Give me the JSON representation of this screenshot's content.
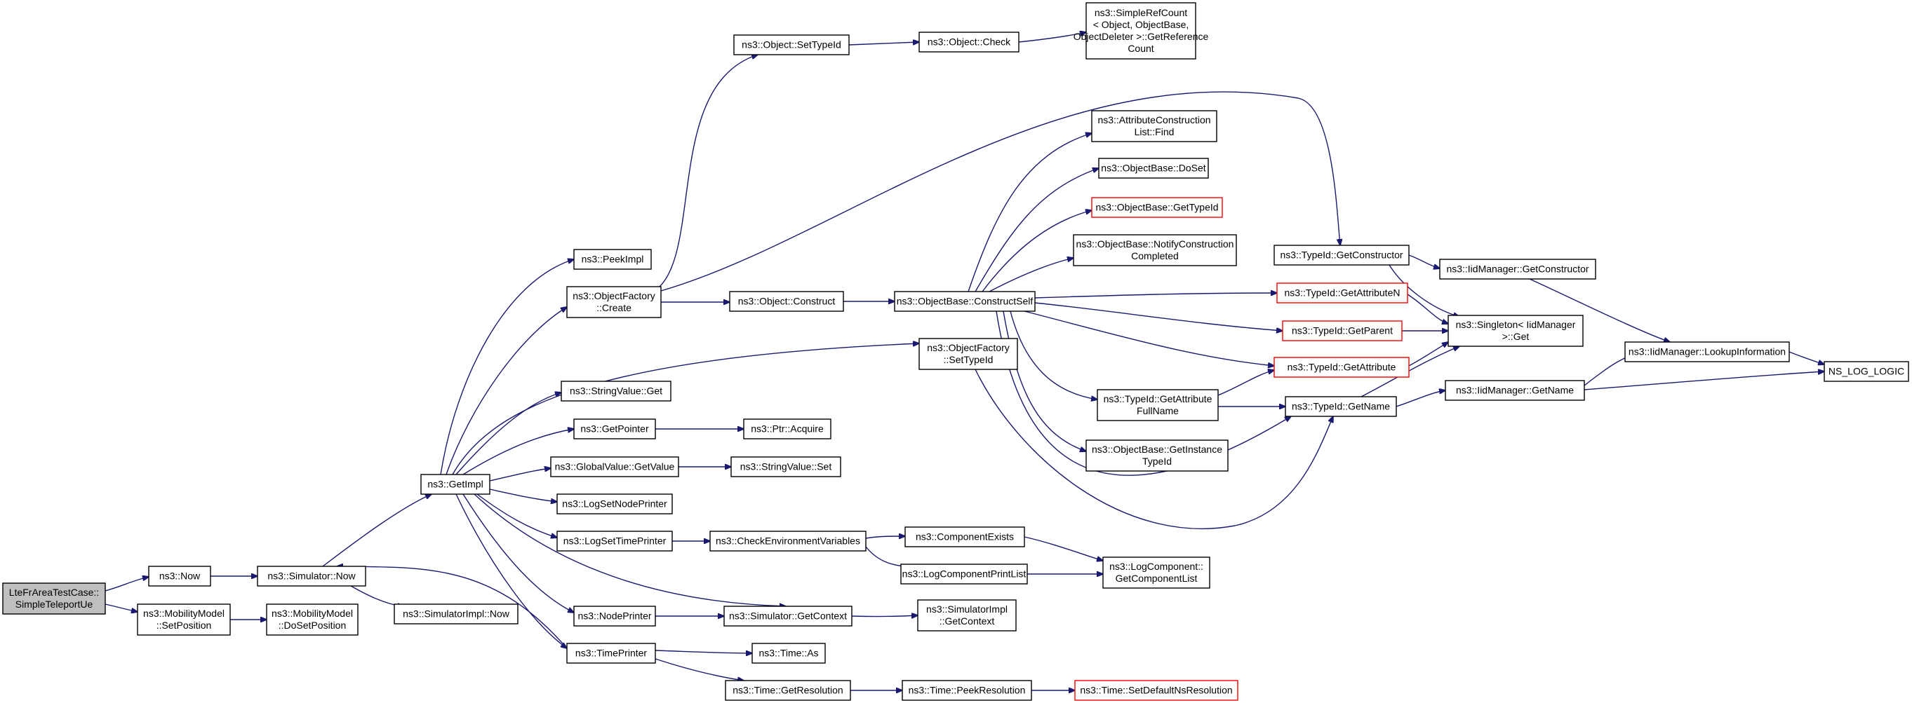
{
  "diagram": {
    "nodes": [
      {
        "id": "n0",
        "lines": [
          "LteFrAreaTestCase::",
          "SimpleTeleportUe"
        ],
        "style": "start"
      },
      {
        "id": "n1",
        "lines": [
          "ns3::Now"
        ],
        "style": "normal"
      },
      {
        "id": "n2",
        "lines": [
          "ns3::MobilityModel",
          "::SetPosition"
        ],
        "style": "normal"
      },
      {
        "id": "n3",
        "lines": [
          "ns3::Simulator::Now"
        ],
        "style": "normal"
      },
      {
        "id": "n4",
        "lines": [
          "ns3::MobilityModel",
          "::DoSetPosition"
        ],
        "style": "normal"
      },
      {
        "id": "n5",
        "lines": [
          "ns3::SimulatorImpl::Now"
        ],
        "style": "normal"
      },
      {
        "id": "n6",
        "lines": [
          "ns3::GetImpl"
        ],
        "style": "normal"
      },
      {
        "id": "n7",
        "lines": [
          "ns3::PeekImpl"
        ],
        "style": "normal"
      },
      {
        "id": "n8",
        "lines": [
          "ns3::ObjectFactory",
          "::Create"
        ],
        "style": "normal"
      },
      {
        "id": "n9",
        "lines": [
          "ns3::StringValue::Get"
        ],
        "style": "normal"
      },
      {
        "id": "n10",
        "lines": [
          "ns3::GetPointer"
        ],
        "style": "normal"
      },
      {
        "id": "n11",
        "lines": [
          "ns3::GlobalValue::GetValue"
        ],
        "style": "normal"
      },
      {
        "id": "n12",
        "lines": [
          "ns3::LogSetNodePrinter"
        ],
        "style": "normal"
      },
      {
        "id": "n13",
        "lines": [
          "ns3::LogSetTimePrinter"
        ],
        "style": "normal"
      },
      {
        "id": "n14",
        "lines": [
          "ns3::NodePrinter"
        ],
        "style": "normal"
      },
      {
        "id": "n15",
        "lines": [
          "ns3::TimePrinter"
        ],
        "style": "normal"
      },
      {
        "id": "n16",
        "lines": [
          "ns3::Object::SetTypeId"
        ],
        "style": "normal"
      },
      {
        "id": "n17",
        "lines": [
          "ns3::Object::Construct"
        ],
        "style": "normal"
      },
      {
        "id": "n18",
        "lines": [
          "ns3::Ptr::Acquire"
        ],
        "style": "normal"
      },
      {
        "id": "n19",
        "lines": [
          "ns3::StringValue::Set"
        ],
        "style": "normal"
      },
      {
        "id": "n20",
        "lines": [
          "ns3::CheckEnvironmentVariables"
        ],
        "style": "normal"
      },
      {
        "id": "n21",
        "lines": [
          "ns3::Simulator::GetContext"
        ],
        "style": "normal"
      },
      {
        "id": "n22",
        "lines": [
          "ns3::Time::As"
        ],
        "style": "normal"
      },
      {
        "id": "n23",
        "lines": [
          "ns3::Time::GetResolution"
        ],
        "style": "normal"
      },
      {
        "id": "n24",
        "lines": [
          "ns3::Object::Check"
        ],
        "style": "normal"
      },
      {
        "id": "n25",
        "lines": [
          "ns3::ObjectBase::ConstructSelf"
        ],
        "style": "normal"
      },
      {
        "id": "n26",
        "lines": [
          "ns3::ObjectFactory",
          "::SetTypeId"
        ],
        "style": "normal"
      },
      {
        "id": "n27",
        "lines": [
          "ns3::ComponentExists"
        ],
        "style": "normal"
      },
      {
        "id": "n28",
        "lines": [
          "ns3::LogComponentPrintList"
        ],
        "style": "normal"
      },
      {
        "id": "n29",
        "lines": [
          "ns3::SimulatorImpl",
          "::GetContext"
        ],
        "style": "normal"
      },
      {
        "id": "n30",
        "lines": [
          "ns3::Time::PeekResolution"
        ],
        "style": "normal"
      },
      {
        "id": "n31",
        "lines": [
          "ns3::SimpleRefCount",
          "< Object, ObjectBase,",
          "ObjectDeleter >::GetReference",
          "Count"
        ],
        "style": "normal"
      },
      {
        "id": "n32",
        "lines": [
          "ns3::AttributeConstruction",
          "List::Find"
        ],
        "style": "normal"
      },
      {
        "id": "n33",
        "lines": [
          "ns3::ObjectBase::DoSet"
        ],
        "style": "normal"
      },
      {
        "id": "n34",
        "lines": [
          "ns3::ObjectBase::GetTypeId"
        ],
        "style": "red"
      },
      {
        "id": "n35",
        "lines": [
          "ns3::ObjectBase::NotifyConstruction",
          "Completed"
        ],
        "style": "normal"
      },
      {
        "id": "n36",
        "lines": [
          "ns3::TypeId::GetAttribute",
          "FullName"
        ],
        "style": "normal"
      },
      {
        "id": "n37",
        "lines": [
          "ns3::ObjectBase::GetInstance",
          "TypeId"
        ],
        "style": "normal"
      },
      {
        "id": "n38",
        "lines": [
          "ns3::LogComponent::",
          "GetComponentList"
        ],
        "style": "normal"
      },
      {
        "id": "n39",
        "lines": [
          "ns3::Time::SetDefaultNsResolution"
        ],
        "style": "red"
      },
      {
        "id": "n40",
        "lines": [
          "ns3::TypeId::GetConstructor"
        ],
        "style": "normal"
      },
      {
        "id": "n41",
        "lines": [
          "ns3::TypeId::GetAttributeN"
        ],
        "style": "red"
      },
      {
        "id": "n42",
        "lines": [
          "ns3::TypeId::GetParent"
        ],
        "style": "red"
      },
      {
        "id": "n43",
        "lines": [
          "ns3::TypeId::GetAttribute"
        ],
        "style": "red"
      },
      {
        "id": "n44",
        "lines": [
          "ns3::TypeId::GetName"
        ],
        "style": "normal"
      },
      {
        "id": "n45",
        "lines": [
          "ns3::IidManager::GetConstructor"
        ],
        "style": "normal"
      },
      {
        "id": "n46",
        "lines": [
          "ns3::Singleton< IidManager",
          ">::Get"
        ],
        "style": "normal"
      },
      {
        "id": "n47",
        "lines": [
          "ns3::IidManager::GetName"
        ],
        "style": "normal"
      },
      {
        "id": "n48",
        "lines": [
          "ns3::IidManager::LookupInformation"
        ],
        "style": "normal"
      },
      {
        "id": "n49",
        "lines": [
          "NS_LOG_LOGIC"
        ],
        "style": "normal"
      }
    ],
    "edges": [
      {
        "from": "n0",
        "to": "n1"
      },
      {
        "from": "n0",
        "to": "n2"
      },
      {
        "from": "n1",
        "to": "n3"
      },
      {
        "from": "n2",
        "to": "n4"
      },
      {
        "from": "n3",
        "to": "n5"
      },
      {
        "from": "n3",
        "to": "n6"
      },
      {
        "from": "n6",
        "to": "n7"
      },
      {
        "from": "n6",
        "to": "n8"
      },
      {
        "from": "n6",
        "to": "n26"
      },
      {
        "from": "n6",
        "to": "n9"
      },
      {
        "from": "n6",
        "to": "n10"
      },
      {
        "from": "n6",
        "to": "n11"
      },
      {
        "from": "n6",
        "to": "n12"
      },
      {
        "from": "n6",
        "to": "n13"
      },
      {
        "from": "n6",
        "to": "n14"
      },
      {
        "from": "n6",
        "to": "n15"
      },
      {
        "from": "n6",
        "to": "n21"
      },
      {
        "from": "n15",
        "to": "n3"
      },
      {
        "from": "n8",
        "to": "n16"
      },
      {
        "from": "n8",
        "to": "n17"
      },
      {
        "from": "n8",
        "to": "n40"
      },
      {
        "from": "n10",
        "to": "n18"
      },
      {
        "from": "n11",
        "to": "n19"
      },
      {
        "from": "n13",
        "to": "n20"
      },
      {
        "from": "n14",
        "to": "n21"
      },
      {
        "from": "n15",
        "to": "n22"
      },
      {
        "from": "n15",
        "to": "n23"
      },
      {
        "from": "n16",
        "to": "n24"
      },
      {
        "from": "n17",
        "to": "n25"
      },
      {
        "from": "n20",
        "to": "n27"
      },
      {
        "from": "n20",
        "to": "n28"
      },
      {
        "from": "n21",
        "to": "n29"
      },
      {
        "from": "n23",
        "to": "n30"
      },
      {
        "from": "n24",
        "to": "n31"
      },
      {
        "from": "n25",
        "to": "n32"
      },
      {
        "from": "n25",
        "to": "n33"
      },
      {
        "from": "n25",
        "to": "n34"
      },
      {
        "from": "n25",
        "to": "n35"
      },
      {
        "from": "n25",
        "to": "n41"
      },
      {
        "from": "n25",
        "to": "n42"
      },
      {
        "from": "n25",
        "to": "n43"
      },
      {
        "from": "n25",
        "to": "n36"
      },
      {
        "from": "n25",
        "to": "n37"
      },
      {
        "from": "n25",
        "to": "n44"
      },
      {
        "from": "n26",
        "to": "n44"
      },
      {
        "from": "n27",
        "to": "n38"
      },
      {
        "from": "n28",
        "to": "n38"
      },
      {
        "from": "n30",
        "to": "n39"
      },
      {
        "from": "n36",
        "to": "n43"
      },
      {
        "from": "n36",
        "to": "n44"
      },
      {
        "from": "n40",
        "to": "n45"
      },
      {
        "from": "n40",
        "to": "n46"
      },
      {
        "from": "n41",
        "to": "n46"
      },
      {
        "from": "n42",
        "to": "n46"
      },
      {
        "from": "n43",
        "to": "n46"
      },
      {
        "from": "n44",
        "to": "n46"
      },
      {
        "from": "n44",
        "to": "n47"
      },
      {
        "from": "n45",
        "to": "n48"
      },
      {
        "from": "n47",
        "to": "n48"
      },
      {
        "from": "n47",
        "to": "n49"
      },
      {
        "from": "n48",
        "to": "n49"
      }
    ]
  }
}
